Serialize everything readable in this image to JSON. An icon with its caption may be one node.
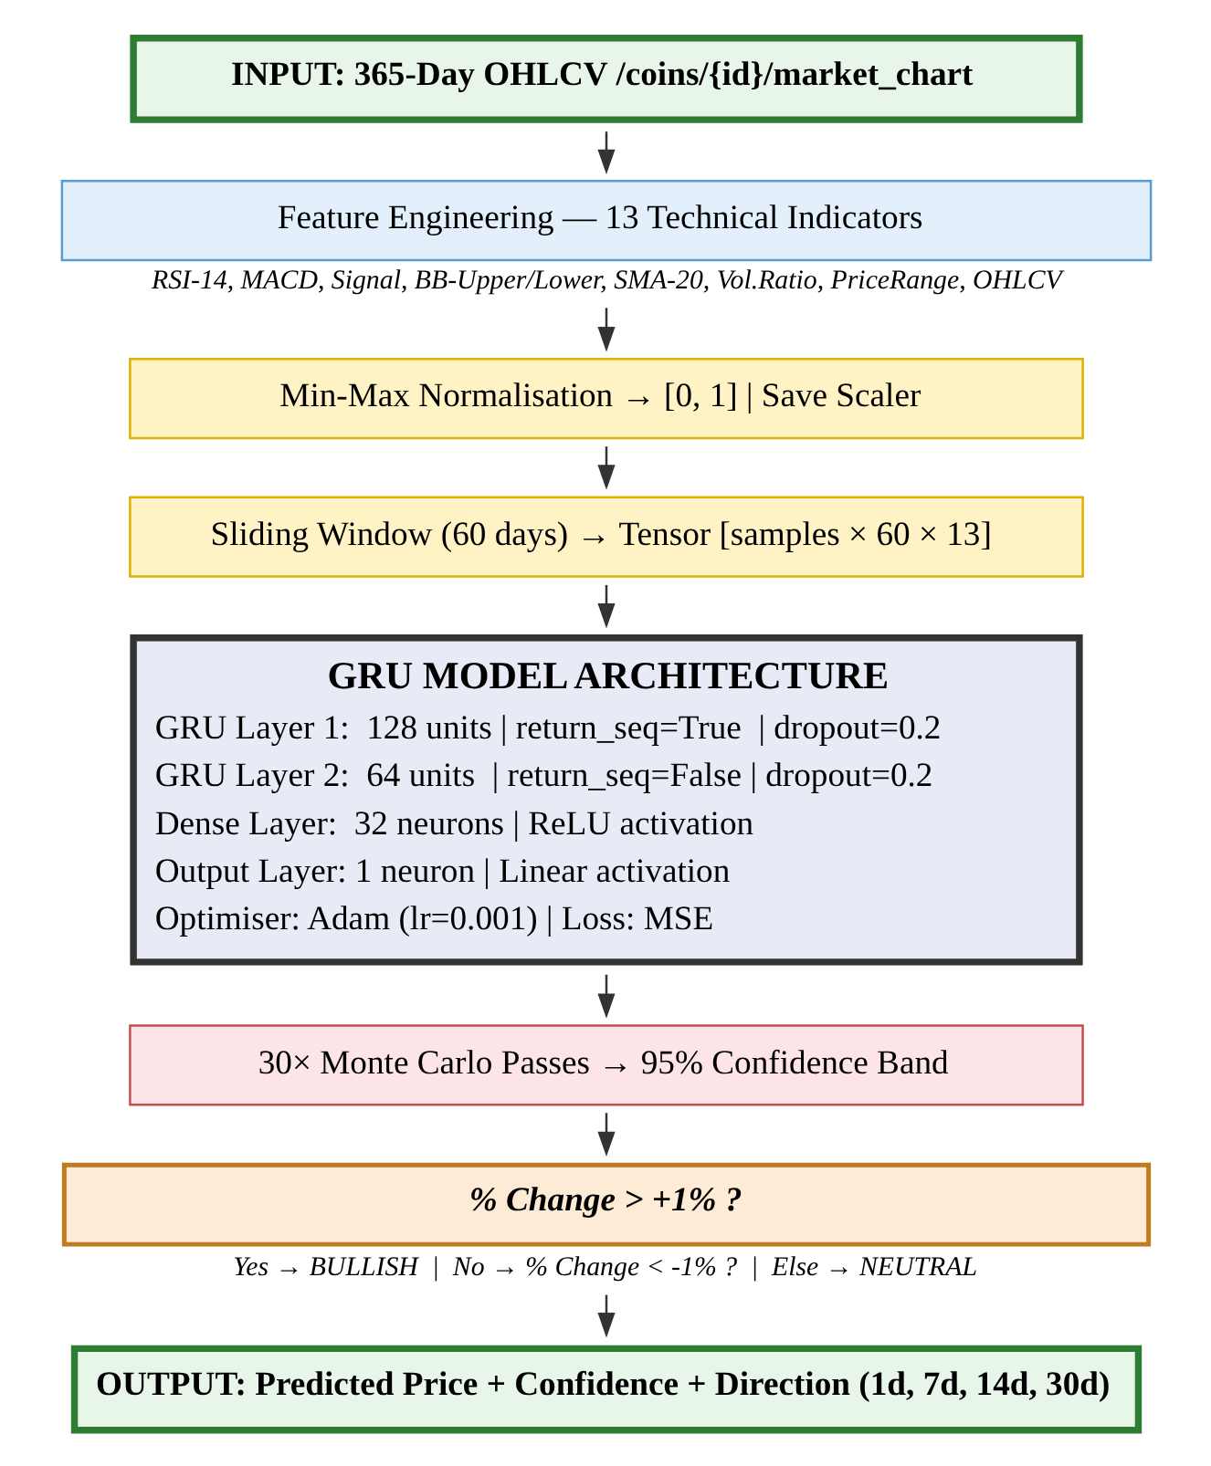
{
  "diagram": {
    "nodes": [
      {
        "text": [
          "INPUT: 365-Day OHLCV /coins/{id}/market_chart"
        ]
      },
      {
        "text": [
          "Feature Engineering — 13 Technical Indicators"
        ],
        "beside": [
          "RSI-14, MACD, Signal, BB-Upper/Lower, SMA-20, Vol.Ratio, PriceRange, OHLCV"
        ]
      },
      {
        "text": [
          "Min-Max Normalisation → [0, 1] | Save Scaler"
        ]
      },
      {
        "text": [
          "Sliding Window (60 days) → Tensor [samples × 60 × 13]"
        ]
      },
      {
        "text": [
          "GRU MODEL ARCHITECTURE",
          "GRU Layer 1:  128 units | return_seq=True  | dropout=0.2",
          "GRU Layer 2:  64 units  | return_seq=False | dropout=0.2",
          "Dense Layer:  32 neurons | ReLU activation",
          "Output Layer: 1 neuron | Linear activation",
          "Optimiser: Adam (lr=0.001) | Loss: MSE"
        ]
      },
      {
        "text": [
          "30× Monte Carlo Passes → 95% Confidence Band"
        ]
      },
      {
        "text": [
          "% Change > +1% ?"
        ],
        "beside": [
          "Yes → BULLISH  |  No → % Change < -1% ?  |  Else → NEUTRAL"
        ]
      },
      {
        "text": [
          "OUTPUT: Predicted Price + Confidence + Direction (1d, 7d, 14d, 30d)"
        ]
      }
    ],
    "edges": [
      {
        "from": 0,
        "to": 1,
        "arrow": "to"
      },
      {
        "from": 1,
        "to": 2,
        "arrow": "to"
      },
      {
        "from": 2,
        "to": 3,
        "arrow": "to"
      },
      {
        "from": 3,
        "to": 4,
        "arrow": "to"
      },
      {
        "from": 4,
        "to": 5,
        "arrow": "to"
      },
      {
        "from": 5,
        "to": 6,
        "arrow": "to"
      },
      {
        "from": 6,
        "to": 7,
        "arrow": "to"
      }
    ]
  }
}
